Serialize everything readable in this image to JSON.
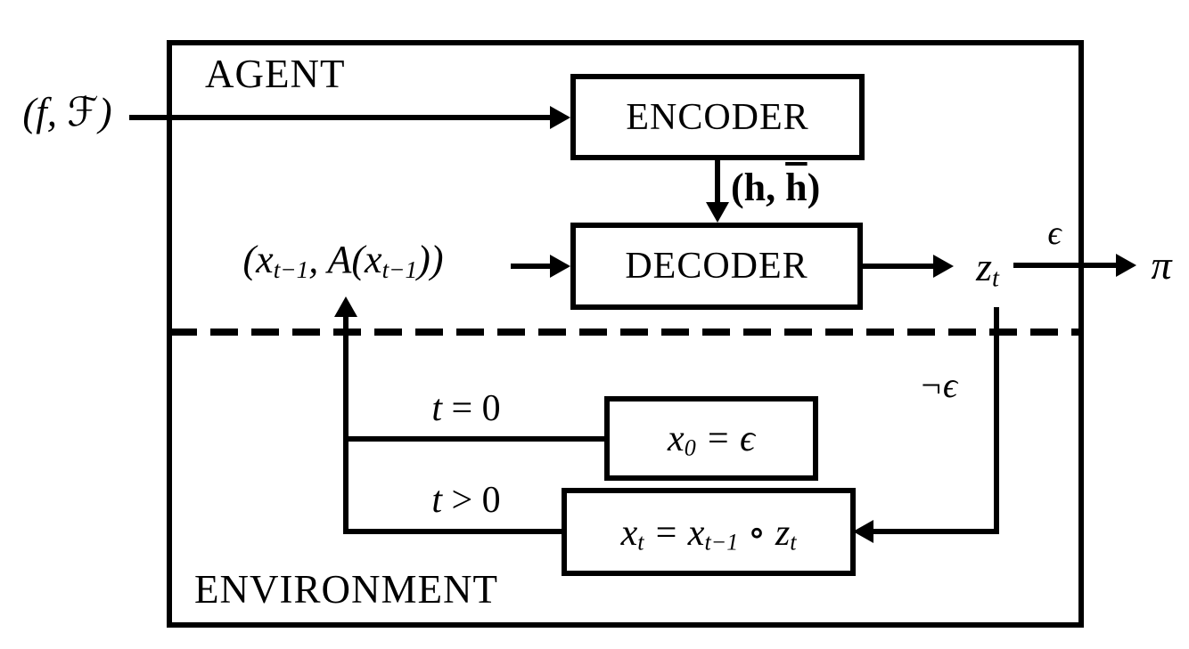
{
  "colors": {
    "ink": "#000000",
    "background": "#ffffff"
  },
  "labels": {
    "agent": "AGENT",
    "environment": "ENVIRONMENT",
    "encoder": "ENCODER",
    "decoder": "DECODER"
  },
  "math": {
    "input_pair": "(f, ℱ)",
    "hidden_pair": {
      "open": "(",
      "h1": "h",
      "sep": ", ",
      "h2": "h",
      "close": ")"
    },
    "state_pair": {
      "p1": "(x",
      "s1": "t−1",
      "p2": ", A(x",
      "s2": "t−1",
      "p3": "))"
    },
    "z_t": {
      "base": "z",
      "sub": "t"
    },
    "epsilon": "ϵ",
    "pi": "π",
    "not_epsilon": "¬ϵ",
    "cond_t0": {
      "var": "t",
      "rest": " = 0"
    },
    "cond_tgt0": {
      "var": "t",
      "rest": " > 0"
    },
    "x0_rule": {
      "p1": "x",
      "s1": "0",
      "p2": " = ϵ"
    },
    "xt_rule": {
      "p1": "x",
      "s1": "t",
      "p2": " = x",
      "s2": "t−1",
      "p3": " ∘ z",
      "s3": "t"
    }
  }
}
